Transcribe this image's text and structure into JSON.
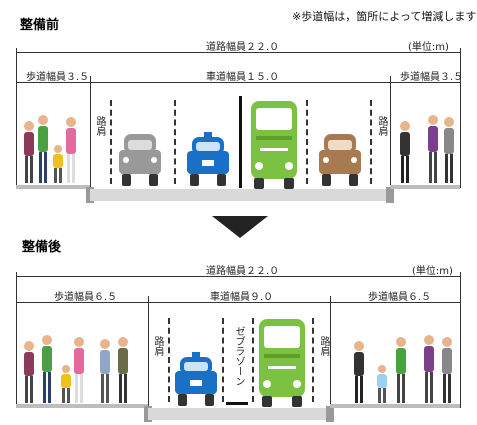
{
  "before": {
    "heading": "整備前",
    "note": "※歩道幅は，箇所によって増減します",
    "total_label": "道路幅員２２.０",
    "unit_label": "(単位:m)",
    "left_sidewalk_label": "歩道幅員３.５",
    "carriageway_label": "車道幅員１５.０",
    "right_sidewalk_label": "歩道幅員３.５",
    "shoulder_left": "路肩",
    "shoulder_right": "路肩"
  },
  "after": {
    "heading": "整備後",
    "total_label": "道路幅員２２.０",
    "unit_label": "(単位:m)",
    "left_sidewalk_label": "歩道幅員６.５",
    "carriageway_label": "車道幅員９.０",
    "right_sidewalk_label": "歩道幅員６.５",
    "shoulder_left": "路肩",
    "shoulder_right": "路肩",
    "median_label": "ゼブラゾーン"
  },
  "colors": {
    "bus_green": "#7cc242",
    "taxi_blue": "#1a6fc6",
    "car_grey": "#999999",
    "car_brown": "#a87a52",
    "arrow": "#222222"
  },
  "icons": [
    "arrow-down-icon",
    "bus-icon",
    "taxi-icon",
    "car-icon",
    "pedestrian-icon"
  ]
}
